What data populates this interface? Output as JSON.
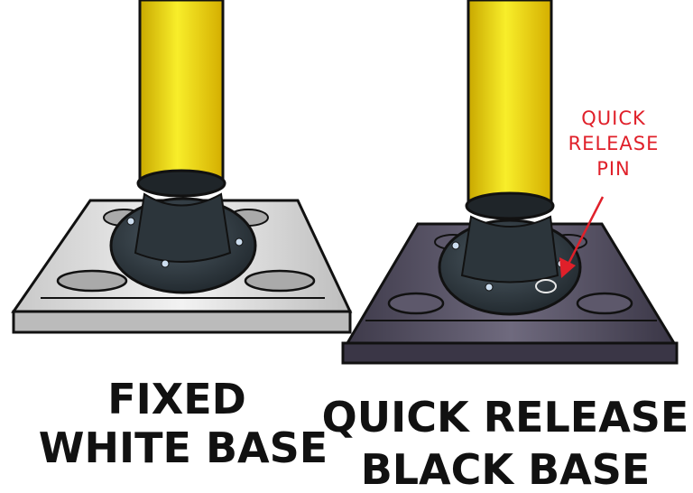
{
  "left_product": {
    "caption_line1": "FIXED",
    "caption_line2": "WHITE BASE"
  },
  "right_product": {
    "caption_line1": "QUICK RELEASE",
    "caption_line2": "BLACK BASE"
  },
  "callout": {
    "line1": "QUICK",
    "line2": "RELEASE",
    "line3": "PIN"
  },
  "colors": {
    "pole": "#f5e21f",
    "white_base": "#d9d9d9",
    "black_base": "#4a4656",
    "callout": "#e0202a"
  }
}
